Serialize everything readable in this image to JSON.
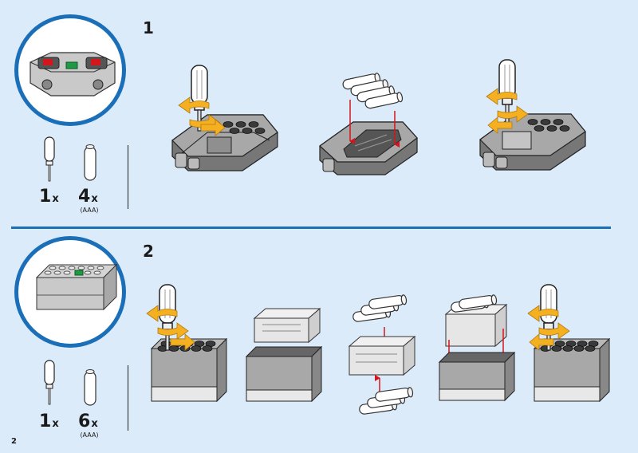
{
  "page": {
    "number": "2",
    "accent_color": "#1a6fb8",
    "background_color": "#dcebf9"
  },
  "steps": [
    {
      "number": "1",
      "callout": {
        "subject": "remote-control",
        "icon": "remote-control-icon"
      },
      "parts": [
        {
          "name": "screwdriver",
          "icon": "screwdriver-icon",
          "quantity": "1",
          "unit": "x",
          "note": ""
        },
        {
          "name": "battery",
          "icon": "battery-icon",
          "quantity": "4",
          "unit": "x",
          "note": "(AAA)"
        }
      ],
      "sequence": [
        "unscrew-cover",
        "insert-batteries",
        "screw-cover"
      ]
    },
    {
      "number": "2",
      "callout": {
        "subject": "battery-box",
        "icon": "battery-box-icon"
      },
      "parts": [
        {
          "name": "screwdriver",
          "icon": "screwdriver-icon",
          "quantity": "1",
          "unit": "x",
          "note": ""
        },
        {
          "name": "battery",
          "icon": "battery-icon",
          "quantity": "6",
          "unit": "x",
          "note": "(AAA)"
        }
      ],
      "sequence": [
        "unscrew-lid",
        "lift-tray",
        "insert-batteries",
        "reinsert-tray",
        "screw-lid"
      ]
    }
  ]
}
